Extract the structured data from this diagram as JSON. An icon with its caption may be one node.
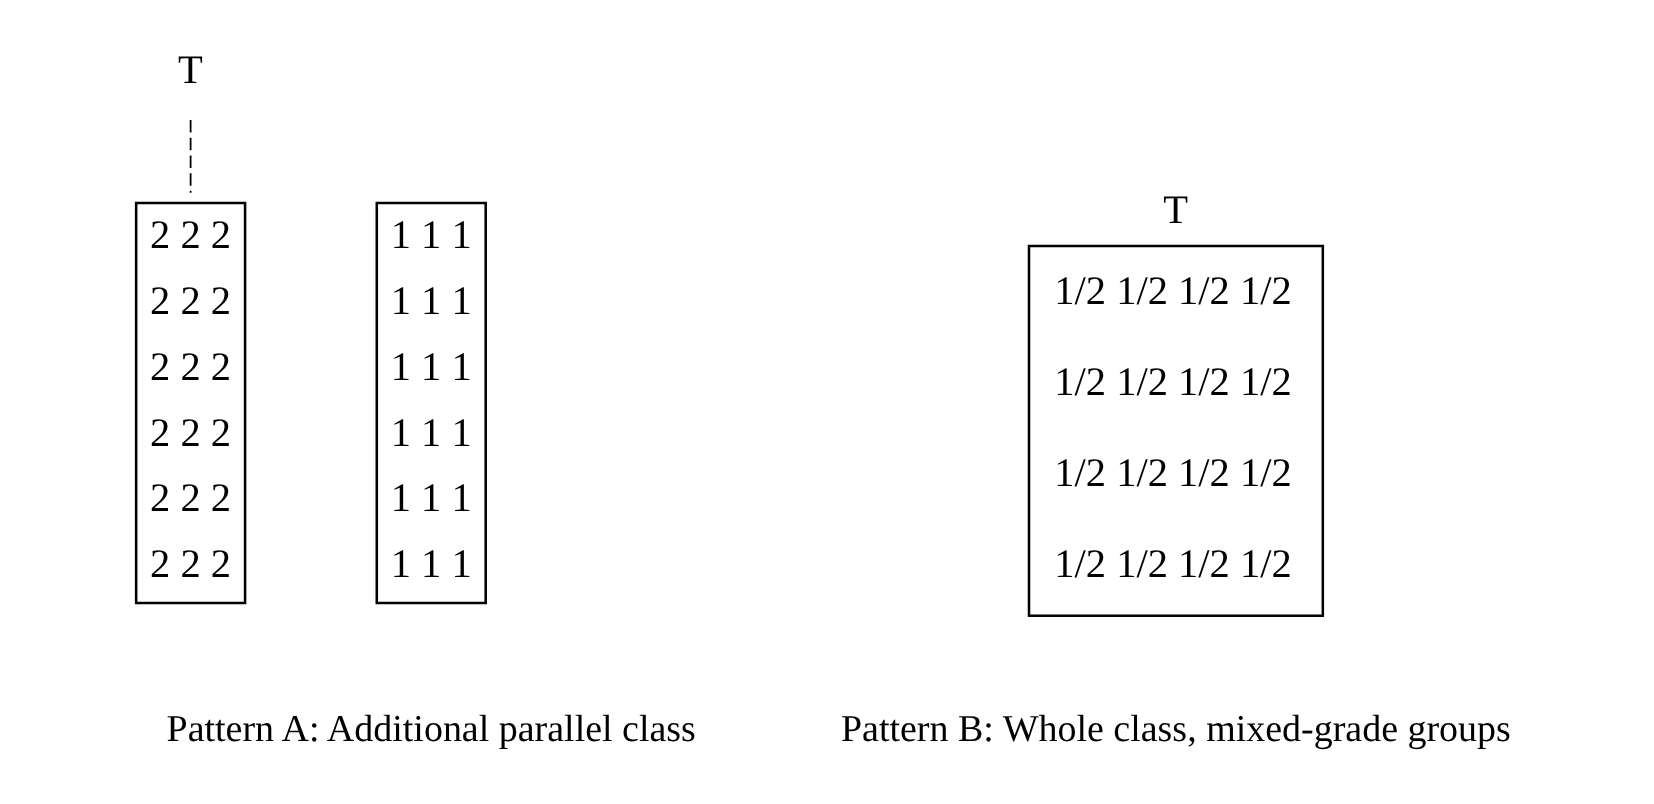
{
  "diagram": {
    "nodes": [
      {
        "text": [
          "T"
        ]
      },
      {
        "text": [
          "1 1 1",
          "1 1 1",
          "1 1 1",
          "1 1 1",
          "1 1 1",
          "1 1 1"
        ]
      },
      {
        "text": [
          "2 2 2",
          "2 2 2",
          "2 2 2",
          "2 2 2",
          "2 2 2",
          "2 2 2"
        ]
      },
      {
        "text": [
          "T",
          "1/2 1/2 1/2 1/2",
          "1/2 1/2 1/2 1/2",
          "1/2 1/2 1/2 1/2",
          "1/2 1/2 1/2 1/2"
        ]
      }
    ],
    "edges": [
      {
        "from": 0,
        "to": 2,
        "arrow": "none",
        "style": "dashed"
      }
    ],
    "labels": [
      "Pattern A: Additional parallel class",
      "Pattern B: Whole class, mixed-grade groups"
    ]
  }
}
